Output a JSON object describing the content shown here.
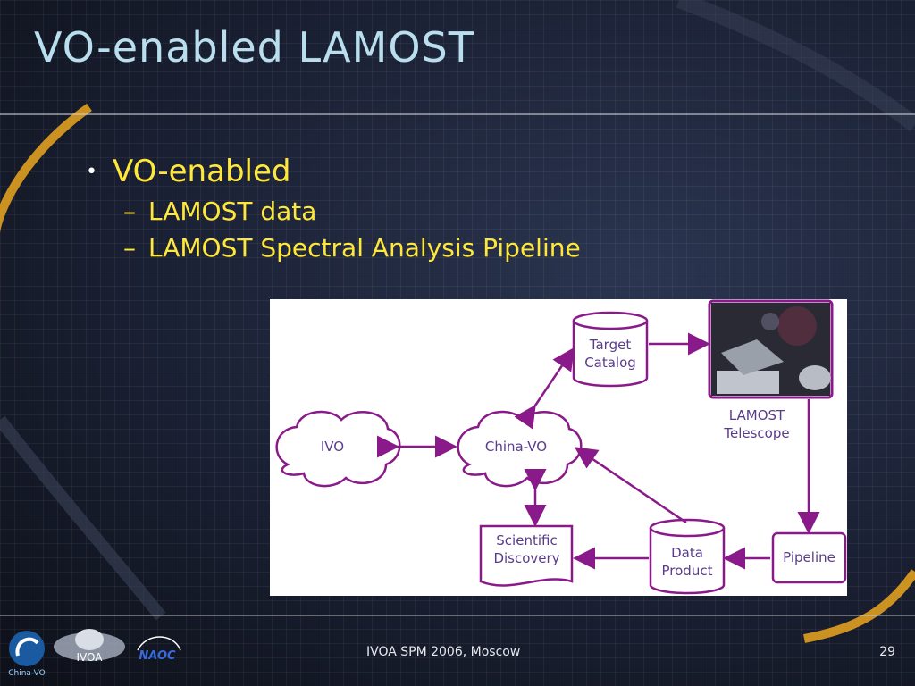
{
  "slide": {
    "title": "VO-enabled LAMOST",
    "bullets": [
      {
        "text": "VO-enabled",
        "sub": [
          "LAMOST data",
          "LAMOST Spectral Analysis Pipeline"
        ]
      }
    ]
  },
  "diagram": {
    "nodes": {
      "target_catalog": [
        "Target",
        "Catalog"
      ],
      "ivo": "IVO",
      "china_vo": "China-VO",
      "telescope": [
        "LAMOST",
        "Telescope"
      ],
      "scientific_discovery": [
        "Scientific",
        "Discovery"
      ],
      "data_product": [
        "Data",
        "Product"
      ],
      "pipeline": "Pipeline"
    },
    "colors": {
      "stroke": "#8a1a8a",
      "label": "#5a3c8a"
    }
  },
  "footer": {
    "center": "IVOA SPM 2006, Moscow",
    "page": "29"
  },
  "logos": {
    "china_vo": "China-VO",
    "ivoa": "IVOA",
    "naoc": "NAOC"
  }
}
